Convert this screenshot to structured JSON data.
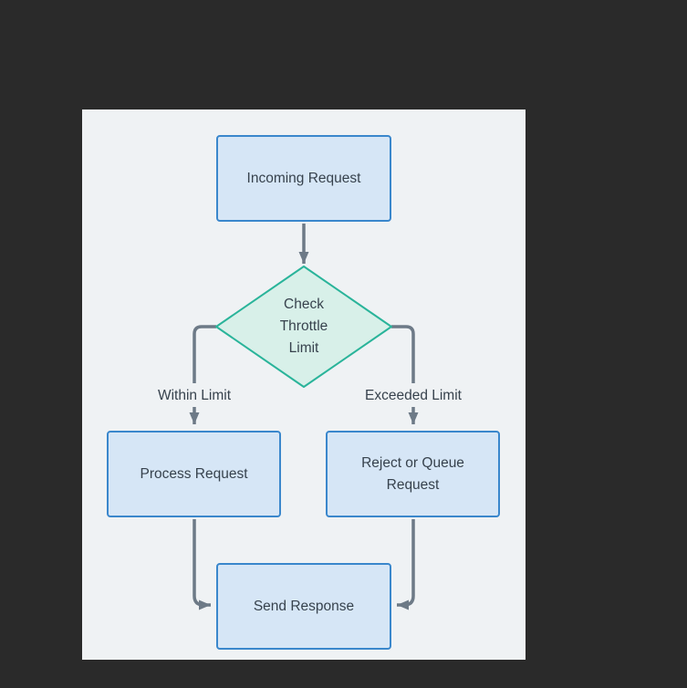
{
  "colors": {
    "page_bg": "#2a2a2a",
    "panel_bg": "#eff2f4",
    "node_fill": "#d6e6f6",
    "node_border": "#3a87cc",
    "decision_fill": "#d8f0e9",
    "decision_border": "#2ab49a",
    "arrow": "#6d7a87",
    "text": "#37424d"
  },
  "diagram": {
    "type": "flowchart",
    "nodes": {
      "incoming_request": {
        "label": "Incoming Request",
        "shape": "rect"
      },
      "check_throttle_limit": {
        "label": "Check Throttle Limit",
        "lines": [
          "Check",
          "Throttle",
          "Limit"
        ],
        "shape": "diamond"
      },
      "process_request": {
        "label": "Process Request",
        "shape": "rect"
      },
      "reject_or_queue_request": {
        "label": "Reject or Queue Request",
        "shape": "rect"
      },
      "send_response": {
        "label": "Send Response",
        "shape": "rect"
      }
    },
    "edges": [
      {
        "from": "incoming_request",
        "to": "check_throttle_limit",
        "label": ""
      },
      {
        "from": "check_throttle_limit",
        "to": "process_request",
        "label": "Within Limit"
      },
      {
        "from": "check_throttle_limit",
        "to": "reject_or_queue_request",
        "label": "Exceeded Limit"
      },
      {
        "from": "process_request",
        "to": "send_response",
        "label": ""
      },
      {
        "from": "reject_or_queue_request",
        "to": "send_response",
        "label": ""
      }
    ]
  }
}
